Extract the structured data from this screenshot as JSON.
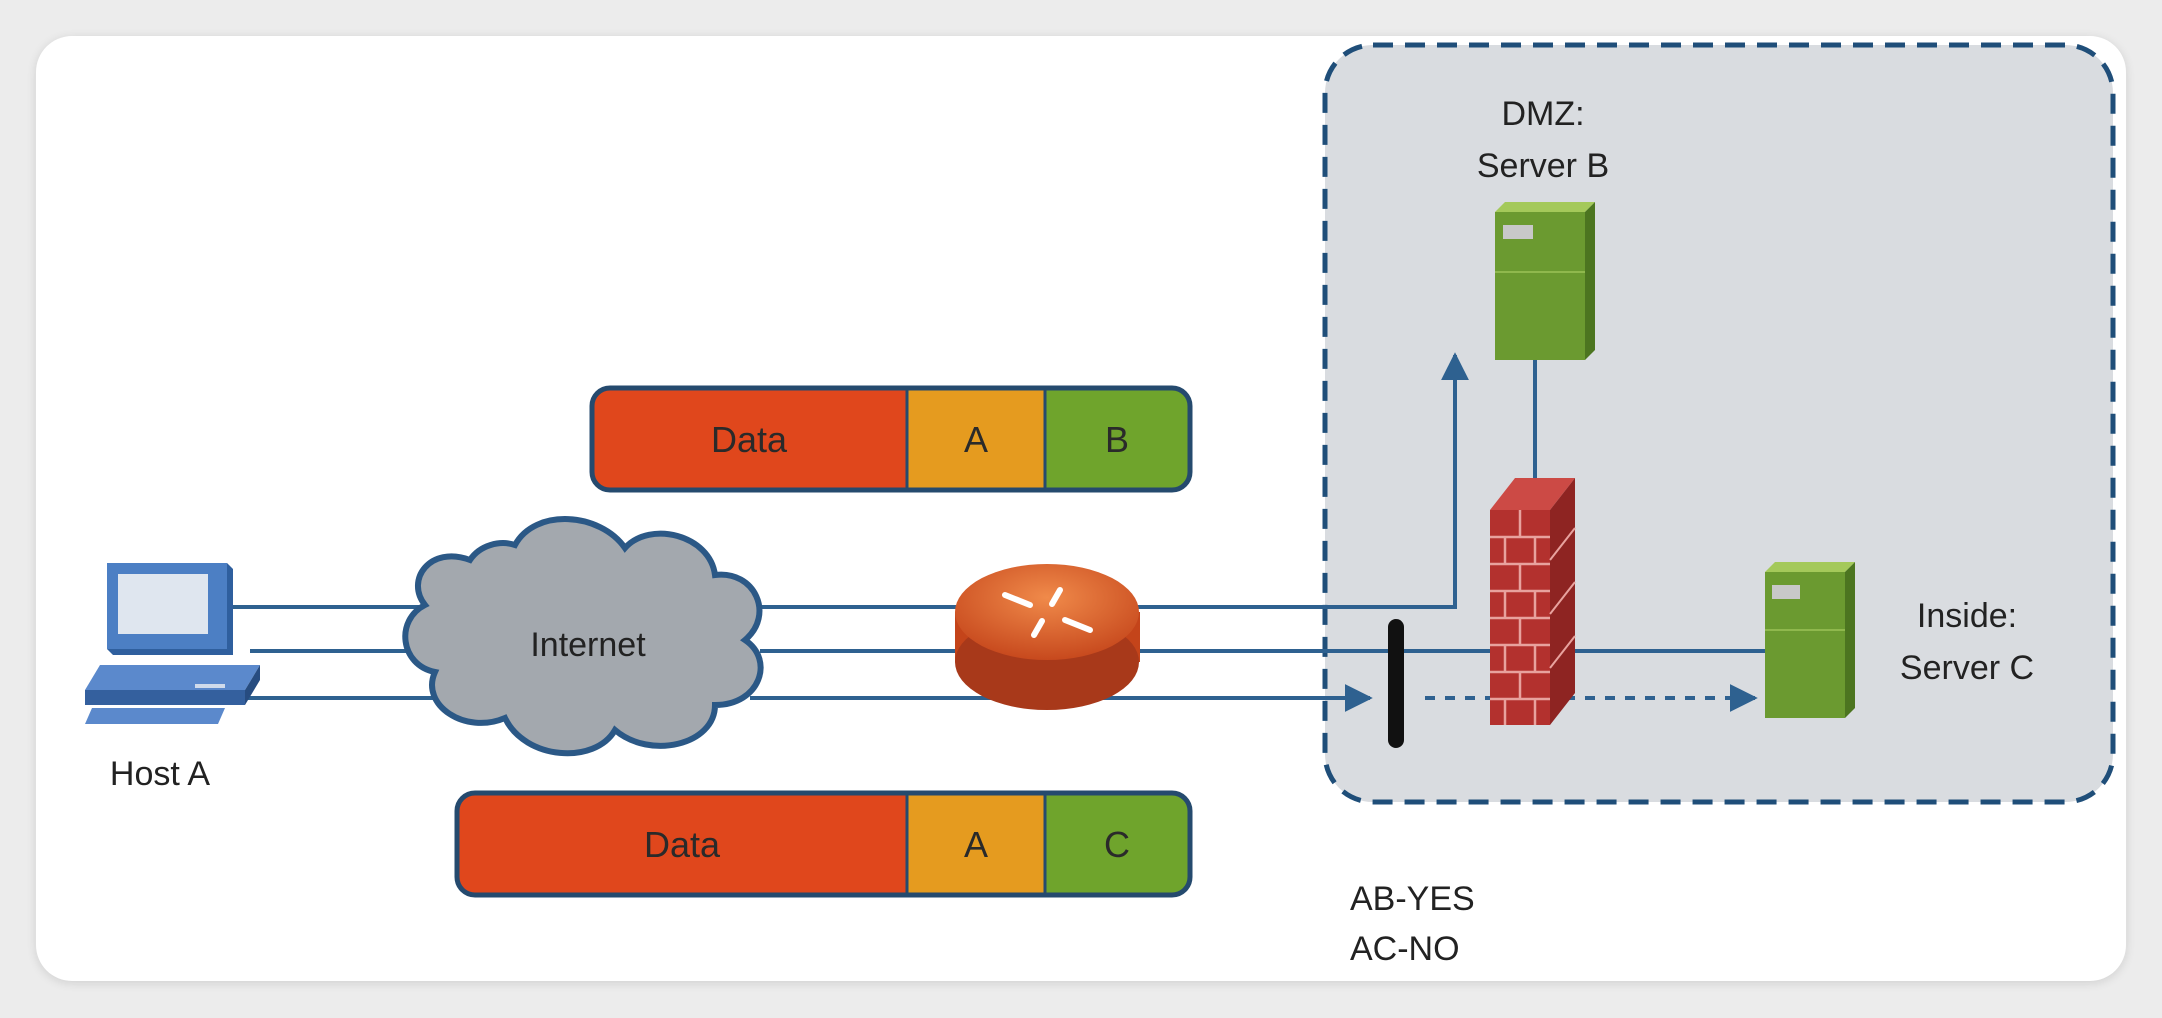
{
  "labels": {
    "host_a": "Host A",
    "internet": "Internet",
    "dmz_line1": "DMZ:",
    "dmz_line2": "Server B",
    "inside_line1": "Inside:",
    "inside_line2": "Server C",
    "rule_ab": "AB-YES",
    "rule_ac": "AC-NO"
  },
  "packets": {
    "top": {
      "data": "Data",
      "src": "A",
      "dst": "B"
    },
    "bottom": {
      "data": "Data",
      "src": "A",
      "dst": "C"
    }
  },
  "colors": {
    "data": "#e0471c",
    "source": "#e59b1f",
    "destination": "#6fa42c",
    "link": "#2e6190",
    "zone_fill": "#d9dce0",
    "zone_border": "#1f4e79"
  }
}
